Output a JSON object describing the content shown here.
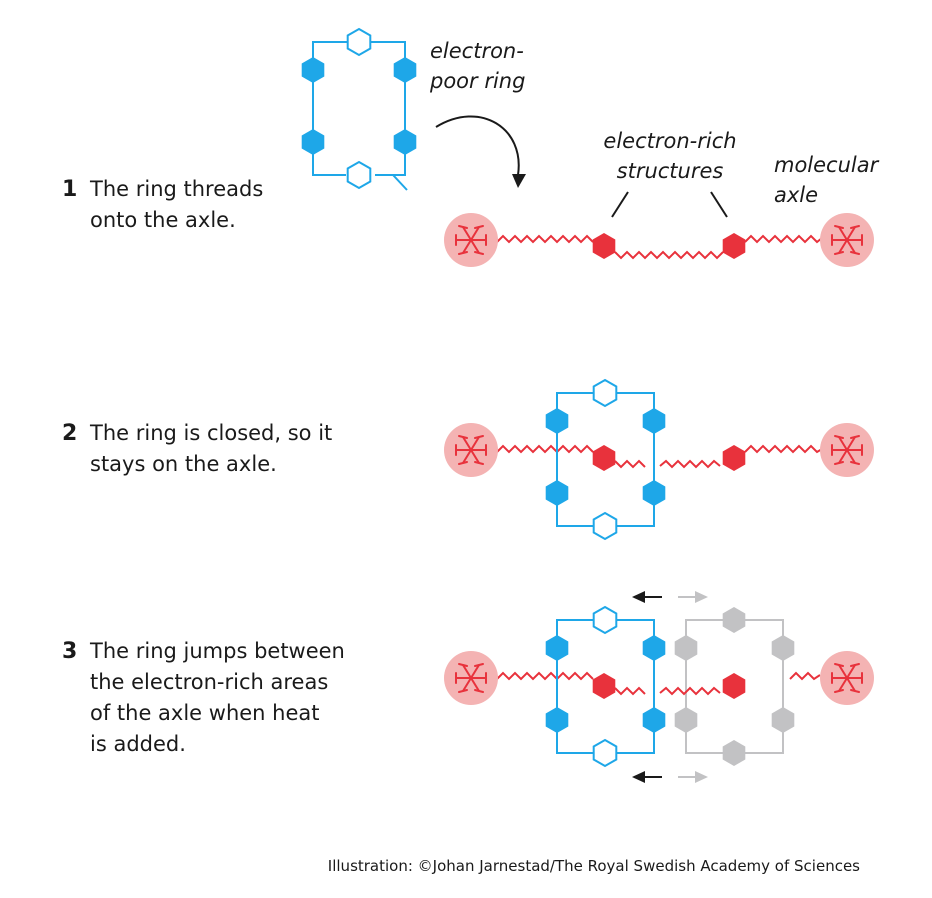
{
  "steps": [
    {
      "number": "1",
      "text": "The ring threads\nonto the axle."
    },
    {
      "number": "2",
      "text": "The ring is closed, so it\nstays on the axle."
    },
    {
      "number": "3",
      "text": "The ring jumps between\nthe electron-rich areas\nof the axle when heat\nis added."
    }
  ],
  "labels": {
    "ring": "electron-\npoor ring",
    "rich": "electron-rich\nstructures",
    "axle": "molecular\naxle"
  },
  "credit": "Illustration: ©Johan Jarnestad/The Royal Swedish Academy of Sciences",
  "colors": {
    "ring_blue": "#1ea7e8",
    "axle_red": "#e8323c",
    "stopper_pink": "#f4b3b3",
    "ghost_gray": "#c2c2c4",
    "arrow_dark": "#1a1a1a"
  }
}
